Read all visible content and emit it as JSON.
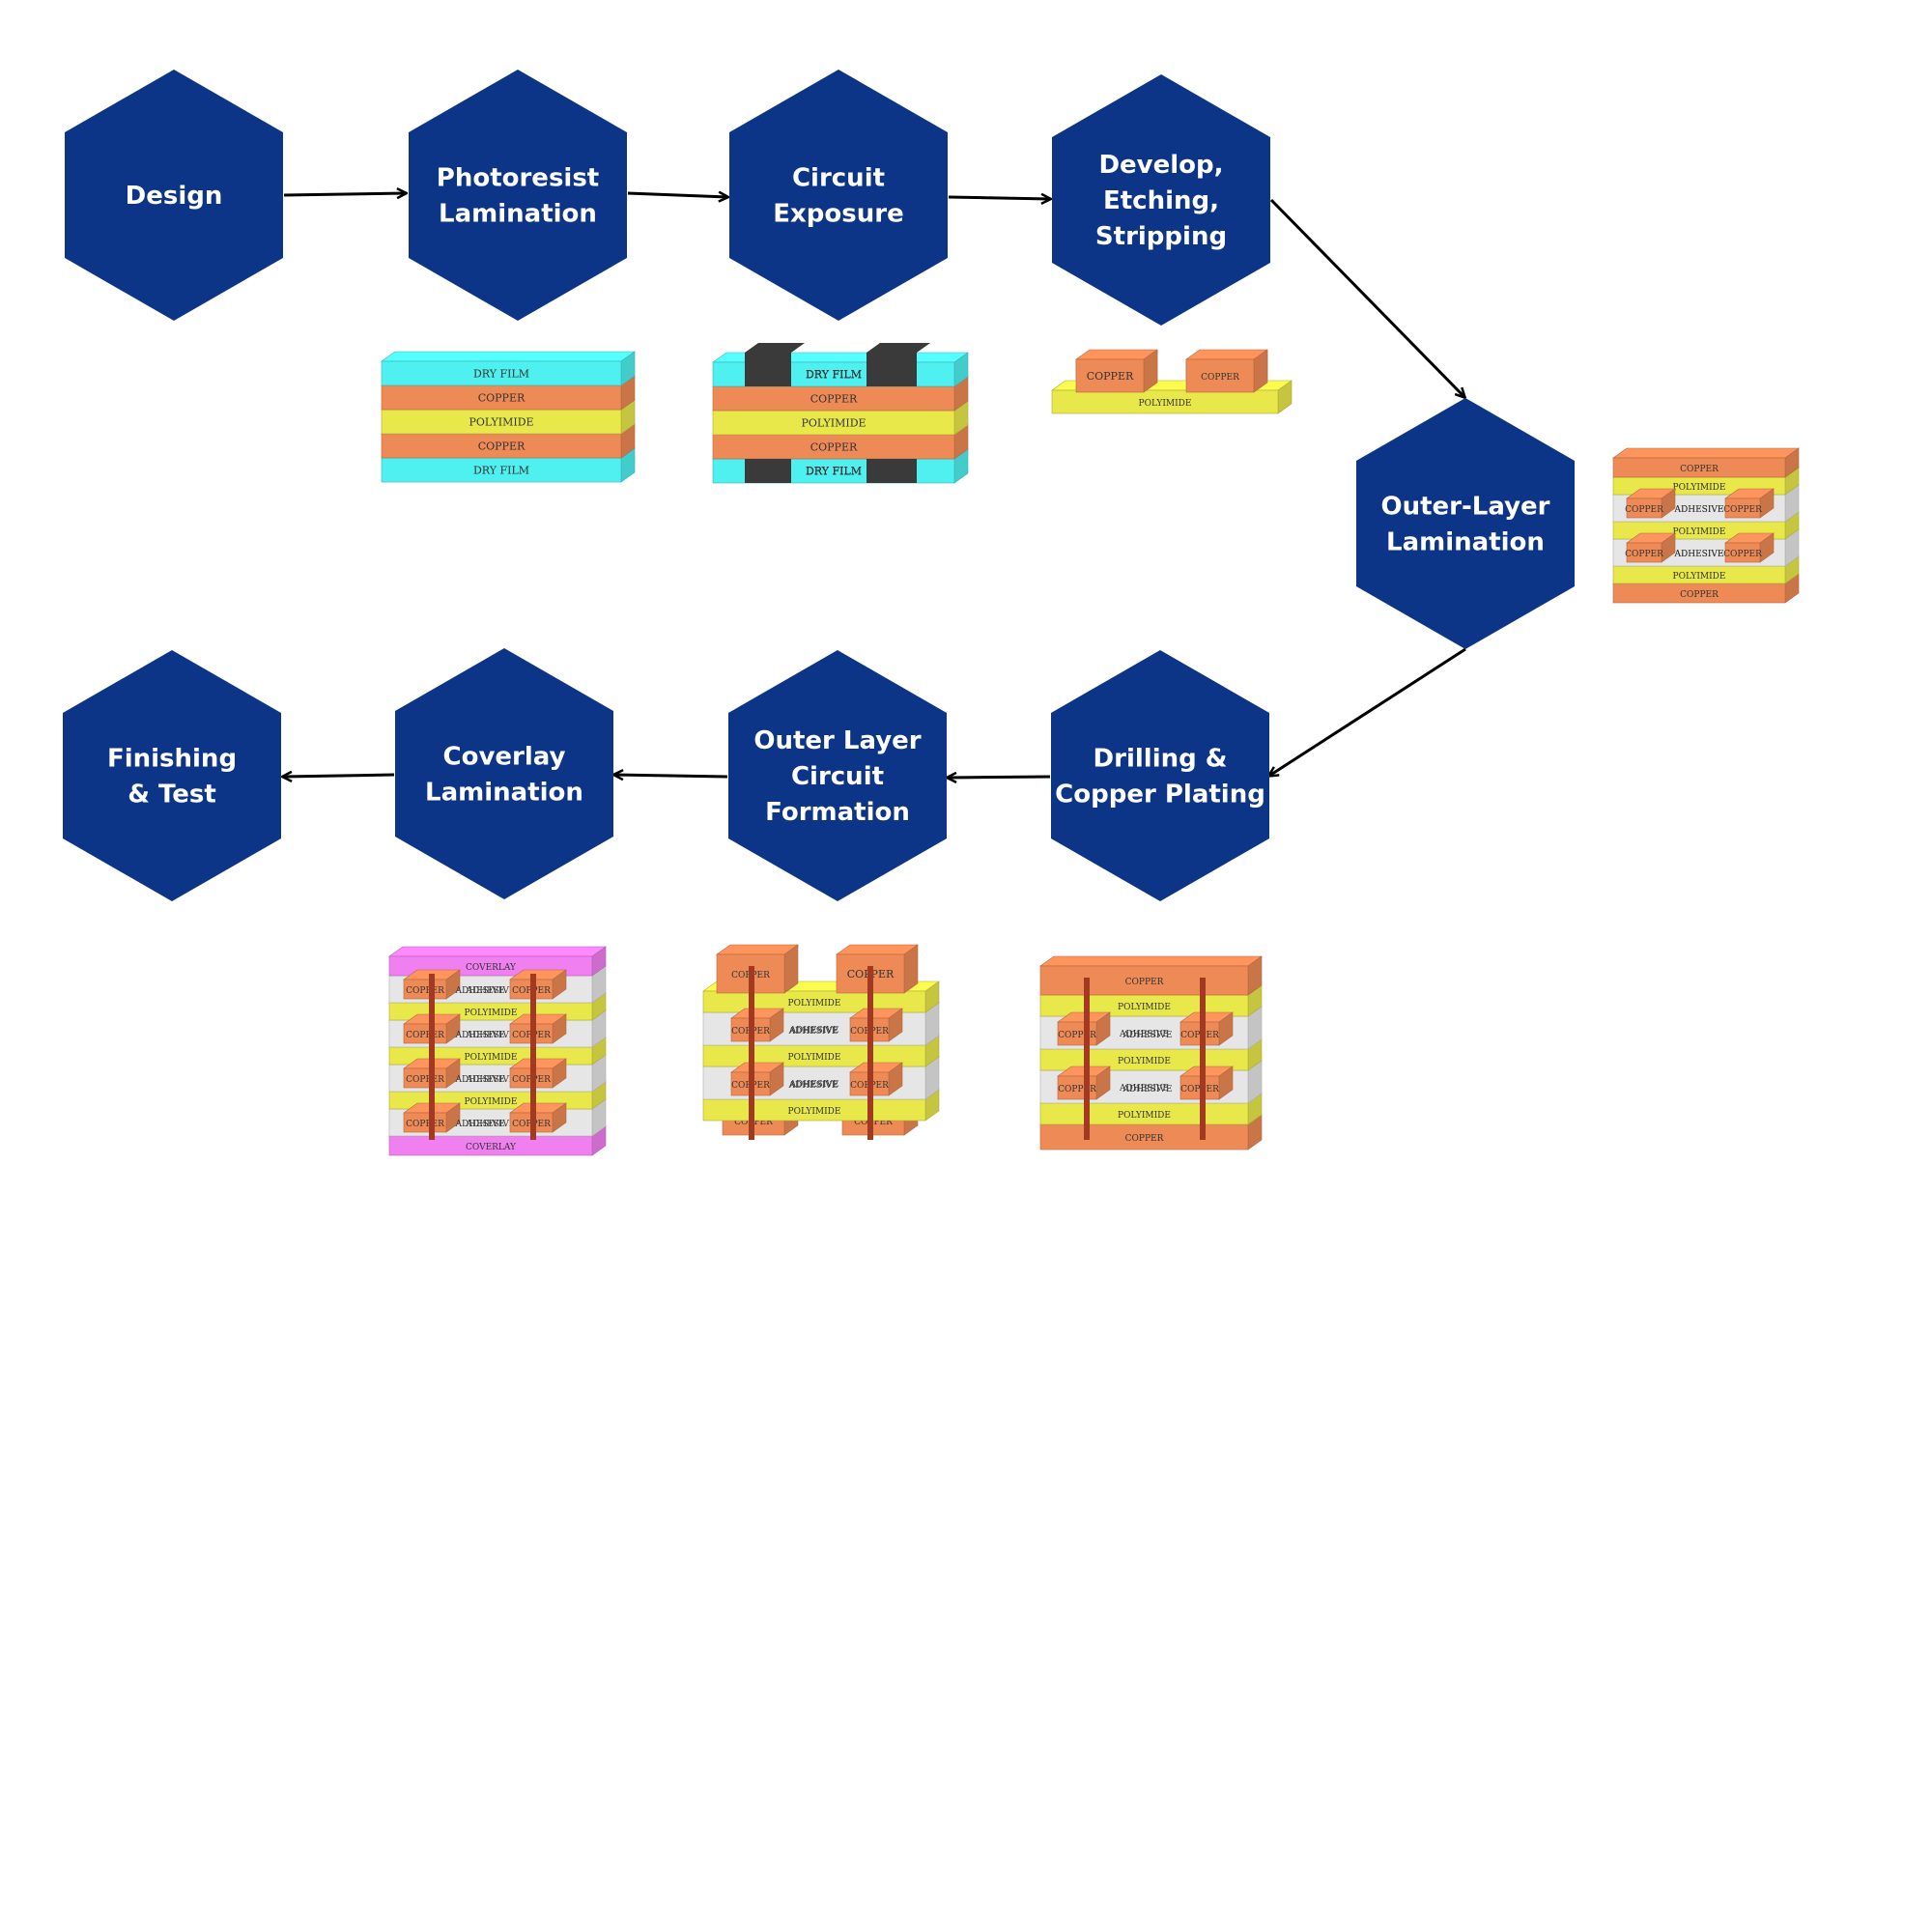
{
  "colors": {
    "hex_fill": "#0d3587",
    "hex_text": "#ffffff",
    "arrow": "#000000",
    "dry_film": "#4ff0f0",
    "copper": "#ee8a55",
    "copper_light": "#ffa75c",
    "polyimide": "#e8e84a",
    "adhesive": "#e6e6e6",
    "mask": "#3a3a3a",
    "coverlay": "#f07ff0",
    "via": "#a13a20"
  },
  "steps": [
    {
      "id": "design",
      "lines": [
        "Design"
      ]
    },
    {
      "id": "photoresist-lamination",
      "lines": [
        "Photoresist",
        "Lamination"
      ]
    },
    {
      "id": "circuit-exposure",
      "lines": [
        "Circuit",
        "Exposure"
      ]
    },
    {
      "id": "develop-etching-stripping",
      "lines": [
        "Develop,",
        "Etching,",
        "Stripping"
      ]
    },
    {
      "id": "outer-layer-lamination",
      "lines": [
        "Outer-Layer",
        "Lamination"
      ]
    },
    {
      "id": "drilling-copper-plating",
      "lines": [
        "Drilling &",
        "Copper Plating"
      ]
    },
    {
      "id": "outer-layer-circuit-formation",
      "lines": [
        "Outer Layer",
        "Circuit",
        "Formation"
      ]
    },
    {
      "id": "coverlay-lamination",
      "lines": [
        "Coverlay",
        "Lamination"
      ]
    },
    {
      "id": "finishing-test",
      "lines": [
        "Finishing",
        "& Test"
      ]
    }
  ],
  "layer_names": {
    "dry_film": "DRY FILM",
    "copper": "COPPER",
    "polyimide": "POLYIMIDE",
    "adhesive": "ADHESIVE",
    "coverlay": "COVERLAY"
  },
  "illustrations": {
    "photoresist": {
      "layers": [
        "DRY FILM",
        "COPPER",
        "POLYIMIDE",
        "COPPER",
        "DRY FILM"
      ]
    },
    "exposure": {
      "layers": [
        "DRY FILM",
        "COPPER",
        "POLYIMIDE",
        "COPPER",
        "DRY FILM"
      ]
    },
    "etched": {
      "core": "POLYIMIDE",
      "pads": [
        "COPPER",
        "COPPER"
      ]
    },
    "outer_lamination": {
      "layers": [
        "COPPER",
        "POLYIMIDE",
        "ADHESIVE",
        "POLYIMIDE",
        "ADHESIVE",
        "POLYIMIDE",
        "COPPER"
      ],
      "embedded": "COPPER"
    },
    "drilled": {
      "layers": [
        "COPPER",
        "POLYIMIDE",
        "ADHESIVE",
        "POLYIMIDE",
        "ADHESIVE",
        "POLYIMIDE",
        "COPPER"
      ],
      "embedded": "COPPER"
    },
    "outer_circuit": {
      "layers": [
        "POLYIMIDE",
        "ADHESIVE",
        "POLYIMIDE",
        "ADHESIVE",
        "POLYIMIDE"
      ],
      "pads": "COPPER"
    },
    "coverlay": {
      "layers": [
        "COVERLAY",
        "ADHESIVE",
        "POLYIMIDE",
        "ADHESIVE",
        "POLYIMIDE",
        "ADHESIVE",
        "POLYIMIDE",
        "ADHESIVE",
        "COVERLAY"
      ],
      "embedded": "COPPER"
    }
  }
}
